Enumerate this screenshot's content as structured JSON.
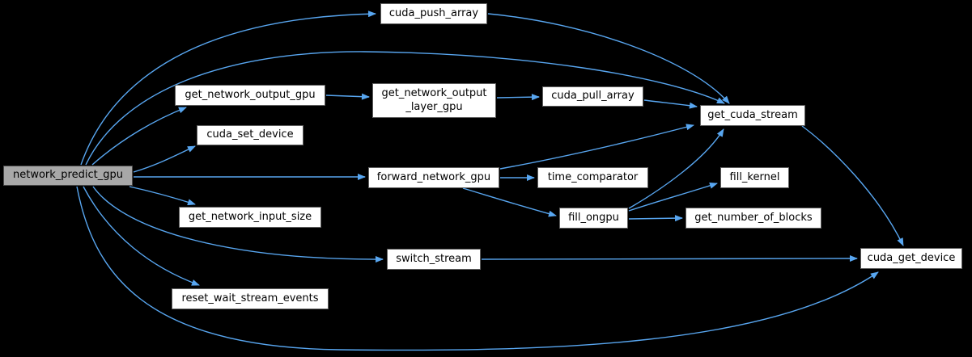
{
  "diagram": {
    "type": "call-graph",
    "root": "network_predict_gpu"
  },
  "colors": {
    "background": "#000000",
    "edge": "#58a6f0",
    "node_fill": "#ffffff",
    "node_border": "#5f5f5f",
    "root_fill": "#a8a8a8",
    "root_border": "#4a4a4a",
    "text": "#000000"
  },
  "nodes": {
    "network_predict_gpu": {
      "label": "network_predict_gpu"
    },
    "cuda_push_array": {
      "label": "cuda_push_array"
    },
    "get_network_output_gpu": {
      "label": "get_network_output_gpu"
    },
    "get_network_output_layer_gpu": {
      "label": "get_network_output\n_layer_gpu"
    },
    "cuda_pull_array": {
      "label": "cuda_pull_array"
    },
    "get_cuda_stream": {
      "label": "get_cuda_stream"
    },
    "cuda_set_device": {
      "label": "cuda_set_device"
    },
    "forward_network_gpu": {
      "label": "forward_network_gpu"
    },
    "time_comparator": {
      "label": "time_comparator"
    },
    "fill_kernel": {
      "label": "fill_kernel"
    },
    "get_network_input_size": {
      "label": "get_network_input_size"
    },
    "fill_ongpu": {
      "label": "fill_ongpu"
    },
    "get_number_of_blocks": {
      "label": "get_number_of_blocks"
    },
    "switch_stream": {
      "label": "switch_stream"
    },
    "cuda_get_device": {
      "label": "cuda_get_device"
    },
    "reset_wait_stream_events": {
      "label": "reset_wait_stream_events"
    }
  },
  "edges": [
    {
      "from": "network_predict_gpu",
      "to": "cuda_push_array"
    },
    {
      "from": "network_predict_gpu",
      "to": "get_cuda_stream"
    },
    {
      "from": "network_predict_gpu",
      "to": "get_network_output_gpu"
    },
    {
      "from": "network_predict_gpu",
      "to": "cuda_set_device"
    },
    {
      "from": "network_predict_gpu",
      "to": "forward_network_gpu"
    },
    {
      "from": "network_predict_gpu",
      "to": "get_network_input_size"
    },
    {
      "from": "network_predict_gpu",
      "to": "switch_stream"
    },
    {
      "from": "network_predict_gpu",
      "to": "reset_wait_stream_events"
    },
    {
      "from": "network_predict_gpu",
      "to": "cuda_get_device"
    },
    {
      "from": "cuda_push_array",
      "to": "get_cuda_stream"
    },
    {
      "from": "get_network_output_gpu",
      "to": "get_network_output_layer_gpu"
    },
    {
      "from": "get_network_output_layer_gpu",
      "to": "cuda_pull_array"
    },
    {
      "from": "cuda_pull_array",
      "to": "get_cuda_stream"
    },
    {
      "from": "forward_network_gpu",
      "to": "time_comparator"
    },
    {
      "from": "forward_network_gpu",
      "to": "get_cuda_stream"
    },
    {
      "from": "forward_network_gpu",
      "to": "fill_ongpu"
    },
    {
      "from": "fill_ongpu",
      "to": "fill_kernel"
    },
    {
      "from": "fill_ongpu",
      "to": "get_number_of_blocks"
    },
    {
      "from": "fill_ongpu",
      "to": "get_cuda_stream"
    },
    {
      "from": "get_cuda_stream",
      "to": "cuda_get_device"
    },
    {
      "from": "switch_stream",
      "to": "cuda_get_device"
    }
  ]
}
